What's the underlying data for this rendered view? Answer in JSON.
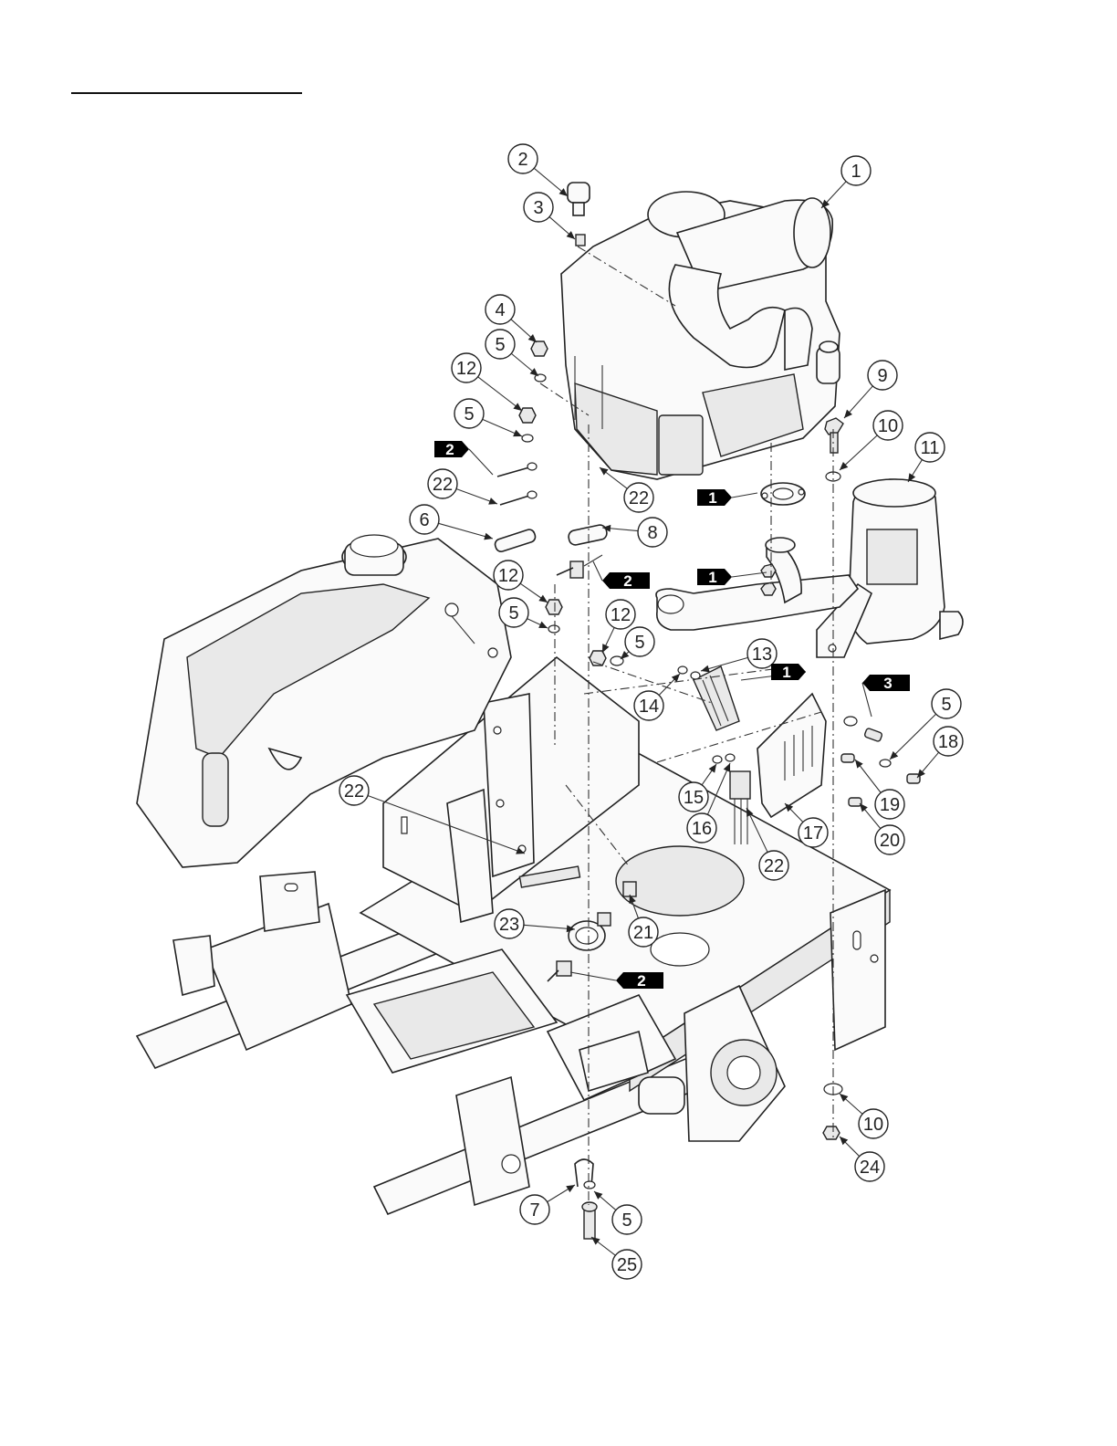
{
  "callouts": [
    {
      "label": "1"
    },
    {
      "label": "2"
    },
    {
      "label": "3"
    },
    {
      "label": "4"
    },
    {
      "label": "5"
    },
    {
      "label": "12"
    },
    {
      "label": "5"
    },
    {
      "label": "22"
    },
    {
      "label": "6"
    },
    {
      "label": "22"
    },
    {
      "label": "8"
    },
    {
      "label": "9"
    },
    {
      "label": "10"
    },
    {
      "label": "11"
    },
    {
      "label": "12"
    },
    {
      "label": "5"
    },
    {
      "label": "12"
    },
    {
      "label": "5"
    },
    {
      "label": "13"
    },
    {
      "label": "14"
    },
    {
      "label": "5"
    },
    {
      "label": "18"
    },
    {
      "label": "19"
    },
    {
      "label": "15"
    },
    {
      "label": "16"
    },
    {
      "label": "17"
    },
    {
      "label": "20"
    },
    {
      "label": "22"
    },
    {
      "label": "22"
    },
    {
      "label": "21"
    },
    {
      "label": "23"
    },
    {
      "label": "10"
    },
    {
      "label": "24"
    },
    {
      "label": "7"
    },
    {
      "label": "5"
    },
    {
      "label": "25"
    }
  ],
  "note_tags": [
    {
      "label": "2"
    },
    {
      "label": "1"
    },
    {
      "label": "1"
    },
    {
      "label": "2"
    },
    {
      "label": "1"
    },
    {
      "label": "3"
    },
    {
      "label": "2"
    }
  ]
}
